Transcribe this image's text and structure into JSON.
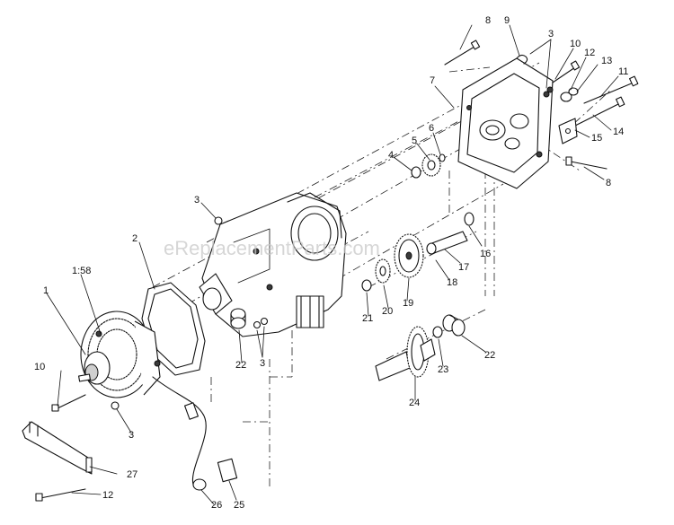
{
  "watermark": "eReplacementParts.com",
  "callouts": [
    "1",
    "1:58",
    "2",
    "3",
    "3",
    "3",
    "3",
    "4",
    "5",
    "6",
    "7",
    "8",
    "8",
    "9",
    "10",
    "10",
    "11",
    "12",
    "12",
    "13",
    "14",
    "15",
    "16",
    "17",
    "18",
    "19",
    "20",
    "21",
    "22",
    "22",
    "23",
    "24",
    "25",
    "26",
    "27"
  ]
}
